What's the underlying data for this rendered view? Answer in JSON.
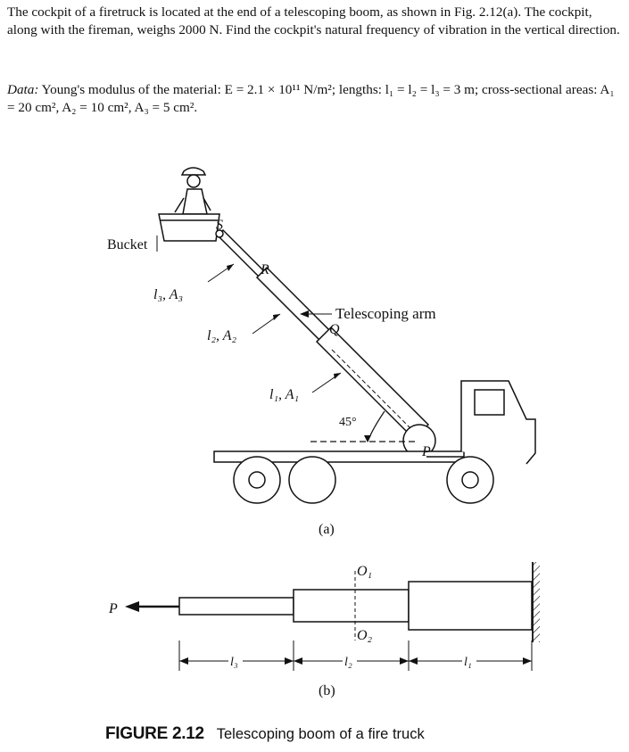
{
  "problem": {
    "text": "The cockpit of a firetruck is located at the end of a telescoping boom, as shown in Fig. 2.12(a). The cockpit, along with the fireman, weighs 2000 N. Find the cockpit's natural frequency of vibration in the vertical direction.",
    "data_label": "Data:",
    "data_text": " Young's modulus of the material: E = 2.1 × 10¹¹ N/m²; lengths: l₁ = l₂ = l₃ = 3 m; cross-sectional areas: A₁ = 20 cm², A₂ = 10 cm², A₃ = 5 cm²."
  },
  "figure_a": {
    "bucket": "Bucket",
    "S": "S",
    "R": "R",
    "Q": "Q",
    "P": "P",
    "l3A3": "l₃, A₃",
    "l2A2": "l₂, A₂",
    "l1A1": "l₁, A₁",
    "telescoping_arm": "Telescoping arm",
    "angle": "45°",
    "panel": "(a)"
  },
  "figure_b": {
    "P": "P",
    "O1": "O₁",
    "O2": "O₂",
    "l3": "l₃",
    "l2": "l₂",
    "l1": "l₁",
    "panel": "(b)"
  },
  "caption": {
    "number": "FIGURE 2.12",
    "text": "Telescoping boom of a fire truck"
  }
}
